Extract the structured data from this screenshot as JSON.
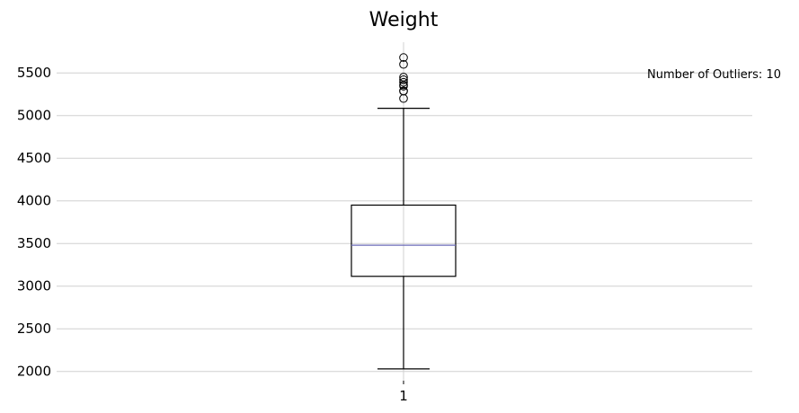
{
  "chart_data": {
    "type": "box",
    "title": "Weight",
    "xlabel": "",
    "ylabel": "",
    "categories": [
      "1"
    ],
    "ylim": [
      1860,
      5860
    ],
    "yticks": [
      2000,
      2500,
      3000,
      3500,
      4000,
      4500,
      5000,
      5500
    ],
    "ytick_labels": [
      "2000",
      "2500",
      "3000",
      "3500",
      "4000",
      "4500",
      "5000",
      "5500"
    ],
    "grid": "horizontal",
    "box": {
      "whisker_low": 2030,
      "q1": 3115,
      "median": 3480,
      "q3": 3950,
      "whisker_high": 5085,
      "outliers": [
        5200,
        5285,
        5290,
        5345,
        5360,
        5390,
        5420,
        5450,
        5600,
        5680
      ]
    },
    "annotation": "Number of Outliers: 10",
    "colors": {
      "box": "#000000",
      "median": "#6b6bb8",
      "grid": "#d0d0d0"
    }
  }
}
